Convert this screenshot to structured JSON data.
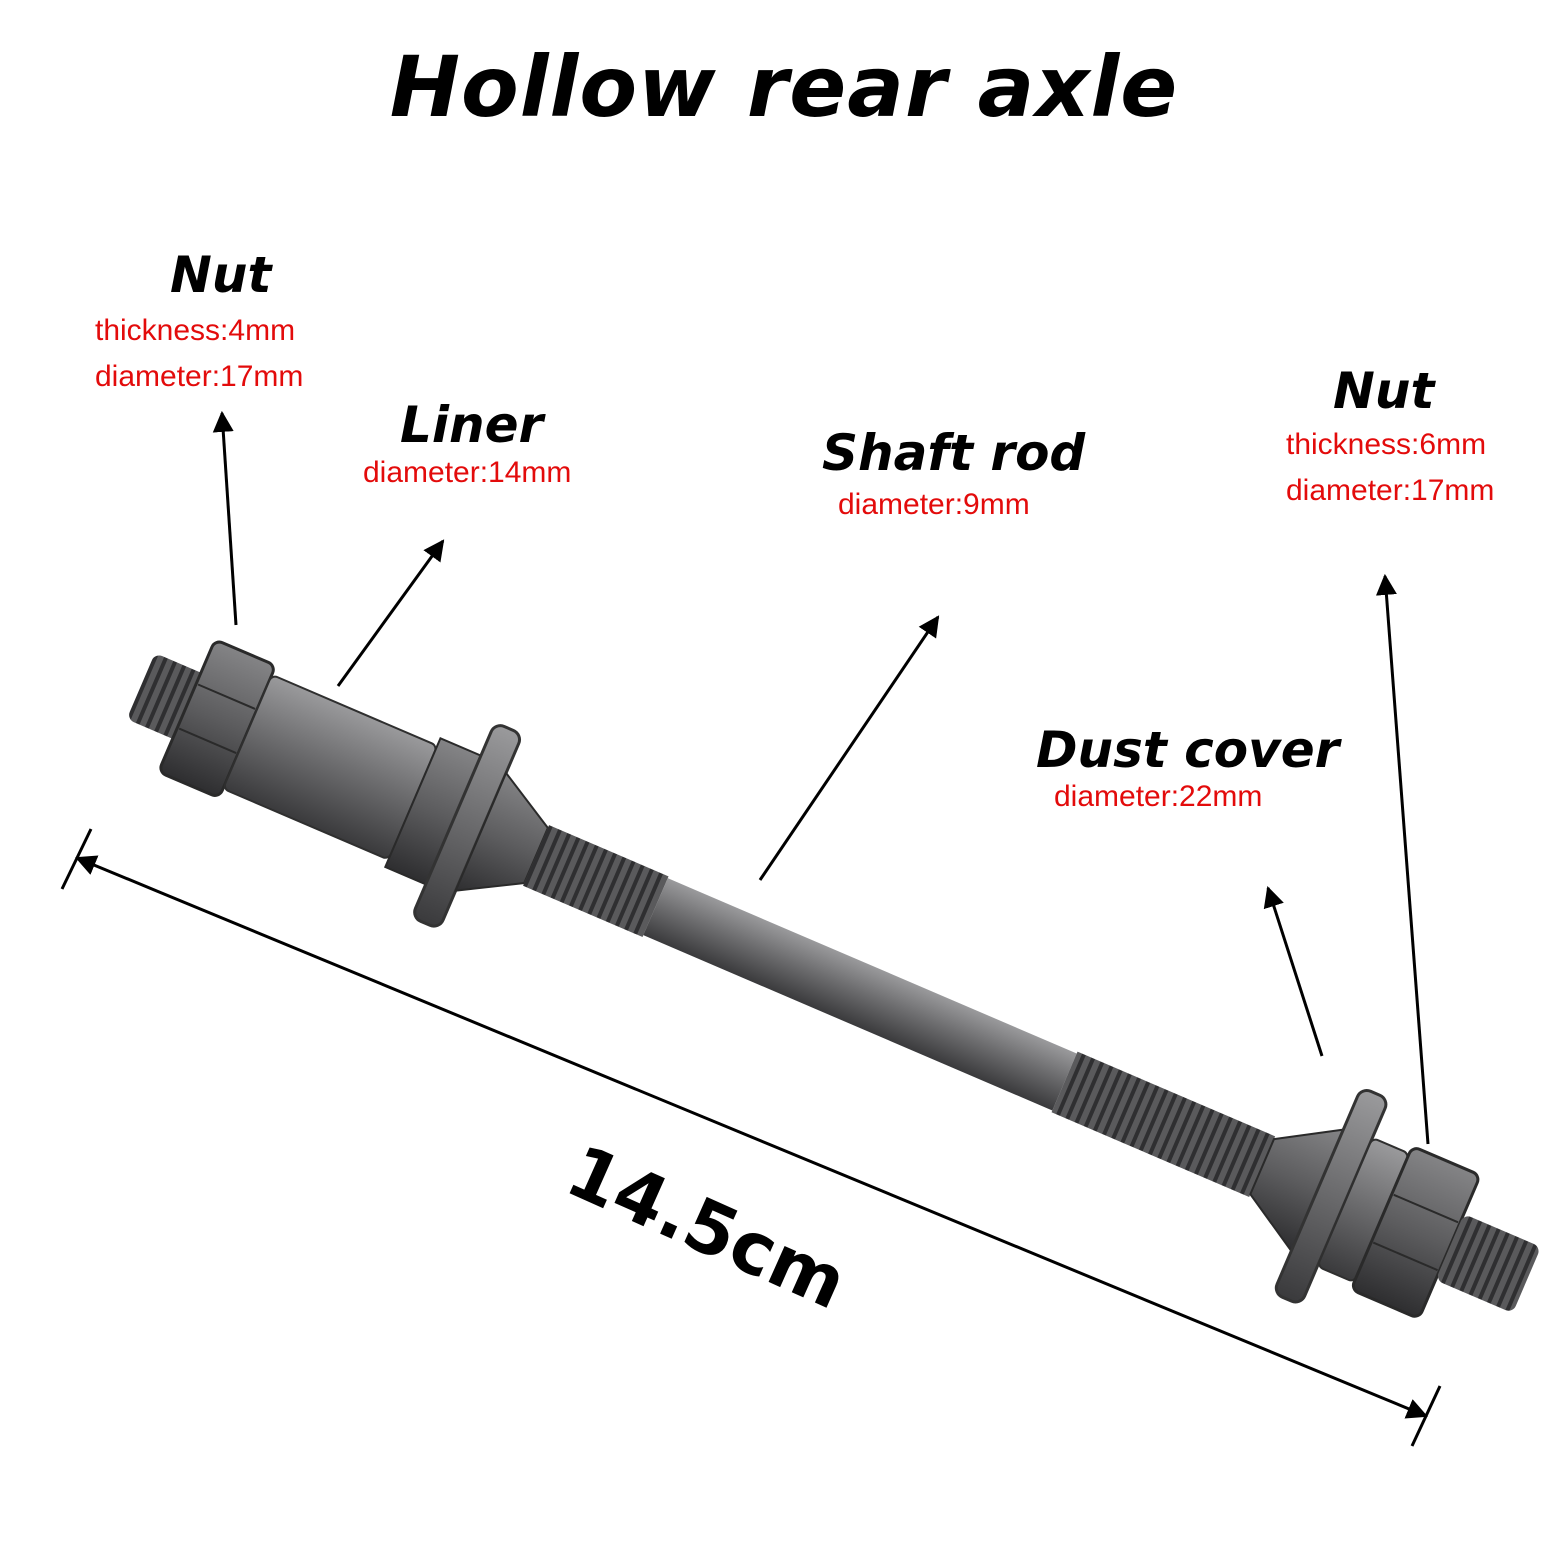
{
  "title": "Hollow rear axle",
  "parts": {
    "nut_left": {
      "name": "Nut",
      "specs": [
        "thickness:4mm",
        "diameter:17mm"
      ]
    },
    "liner": {
      "name": "Liner",
      "specs": [
        "diameter:14mm"
      ]
    },
    "shaft_rod": {
      "name": "Shaft rod",
      "specs": [
        "diameter:9mm"
      ]
    },
    "nut_right": {
      "name": "Nut",
      "specs": [
        "thickness:6mm",
        "diameter:17mm"
      ]
    },
    "dust_cover": {
      "name": "Dust cover",
      "specs": [
        "diameter:22mm"
      ]
    }
  },
  "overall_length": "14.5cm",
  "colors": {
    "label_text": "#000000",
    "spec_text": "#e30b0b",
    "metal": "#6e6e70"
  }
}
